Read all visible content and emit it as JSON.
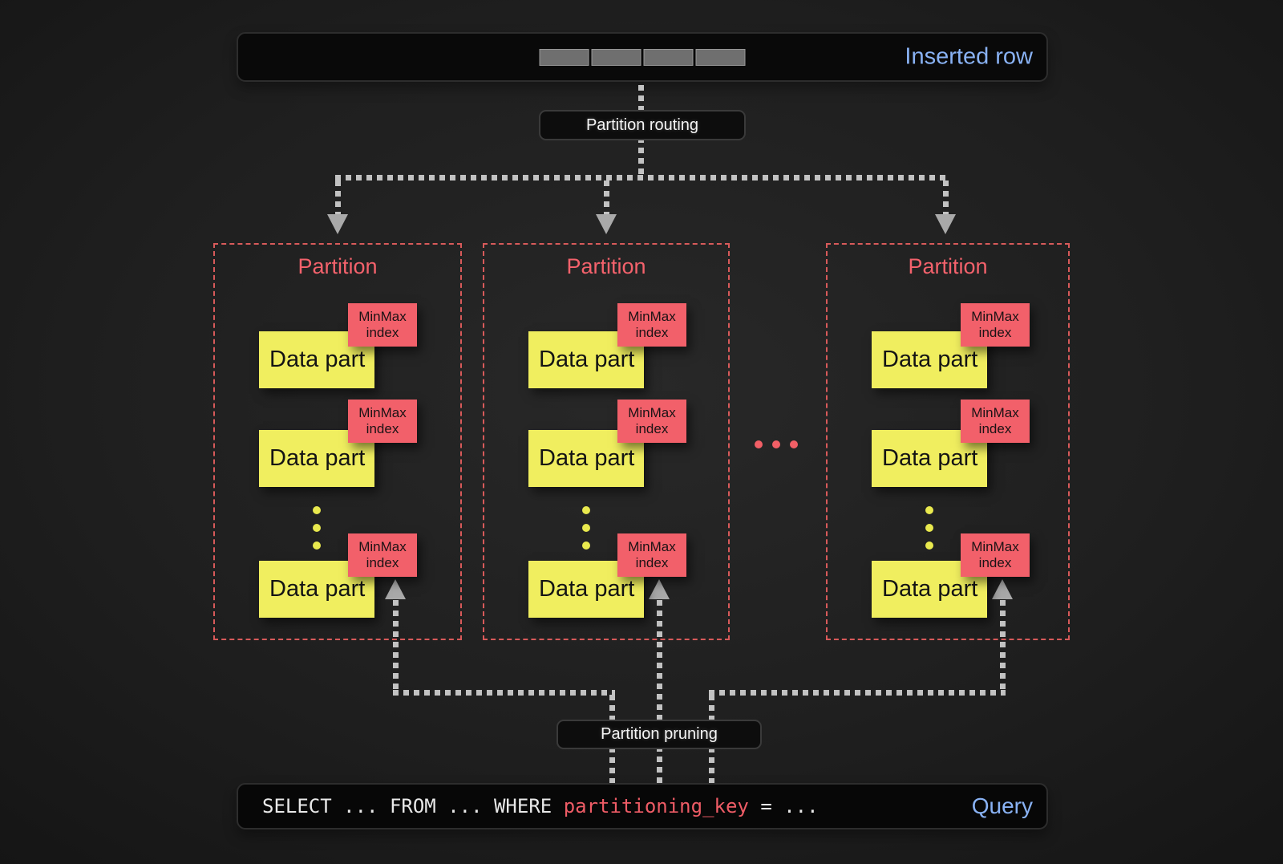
{
  "colors": {
    "background": "#1e1e1e",
    "bar_background": "#090909",
    "blue_label": "#89b2f4",
    "partition_border_red": "#d85a5a",
    "partition_title_red": "#f4626c",
    "data_part_yellow": "#f0ee5f",
    "minmax_pink": "#f2606a",
    "sql_key_red": "#ef5c66",
    "connector_gray": "#c2c2c2"
  },
  "inserted_row": {
    "label": "Inserted row",
    "segment_count": 4
  },
  "routing": {
    "label": "Partition routing"
  },
  "pruning": {
    "label": "Partition pruning"
  },
  "query": {
    "sql_before": "SELECT ... FROM ... WHERE ",
    "sql_key": "partitioning_key",
    "sql_after": " = ...",
    "label": "Query"
  },
  "partitions": [
    {
      "title": "Partition",
      "parts": [
        {
          "label": "Data part",
          "minmax_line1": "MinMax",
          "minmax_line2": "index"
        },
        {
          "label": "Data part",
          "minmax_line1": "MinMax",
          "minmax_line2": "index"
        },
        {
          "label": "Data part",
          "minmax_line1": "MinMax",
          "minmax_line2": "index"
        }
      ]
    },
    {
      "title": "Partition",
      "parts": [
        {
          "label": "Data part",
          "minmax_line1": "MinMax",
          "minmax_line2": "index"
        },
        {
          "label": "Data part",
          "minmax_line1": "MinMax",
          "minmax_line2": "index"
        },
        {
          "label": "Data part",
          "minmax_line1": "MinMax",
          "minmax_line2": "index"
        }
      ]
    },
    {
      "title": "Partition",
      "parts": [
        {
          "label": "Data part",
          "minmax_line1": "MinMax",
          "minmax_line2": "index"
        },
        {
          "label": "Data part",
          "minmax_line1": "MinMax",
          "minmax_line2": "index"
        },
        {
          "label": "Data part",
          "minmax_line1": "MinMax",
          "minmax_line2": "index"
        }
      ]
    }
  ]
}
